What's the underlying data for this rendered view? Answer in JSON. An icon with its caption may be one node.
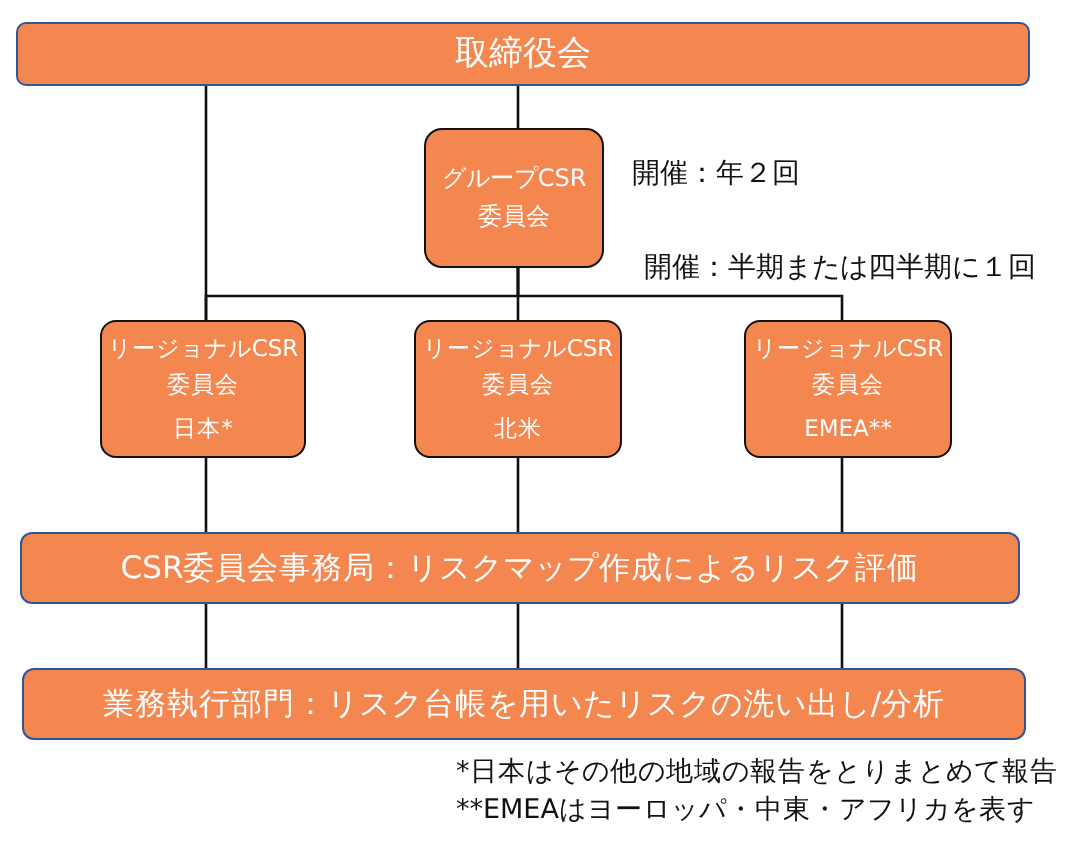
{
  "diagram": {
    "nodes": [
      {
        "text": [
          "取締役会"
        ]
      },
      {
        "text": [
          "グループCSR委員会"
        ],
        "beside": [
          "開催：年２回"
        ]
      },
      {
        "text": [
          "リージョナルCSR委員会",
          "日本*"
        ]
      },
      {
        "text": [
          "リージョナルCSR委員会",
          "北米"
        ]
      },
      {
        "text": [
          "リージョナルCSR委員会",
          "EMEA**"
        ]
      },
      {
        "text": [
          "CSR委員会事務局：リスクマップ作成によるリスク評価"
        ]
      },
      {
        "text": [
          "業務執行部門：リスク台帳を用いたリスクの洗い出し/分析"
        ]
      }
    ],
    "edges": [
      {
        "from": 0,
        "to": 1,
        "arrow": "none"
      },
      {
        "from": 0,
        "to": 2,
        "arrow": "none"
      },
      {
        "from": 1,
        "to": 2,
        "arrow": "none"
      },
      {
        "from": 1,
        "to": 3,
        "arrow": "none"
      },
      {
        "from": 1,
        "to": 4,
        "arrow": "none"
      },
      {
        "from": 2,
        "to": 5,
        "arrow": "none"
      },
      {
        "from": 3,
        "to": 5,
        "arrow": "none"
      },
      {
        "from": 4,
        "to": 5,
        "arrow": "none"
      },
      {
        "from": 5,
        "to": 6,
        "arrow": "none"
      },
      {
        "from": 5,
        "to": 6,
        "arrow": "none"
      },
      {
        "from": 5,
        "to": 6,
        "arrow": "none"
      }
    ],
    "labels": [
      "開催：半期または四半期に１回",
      "*日本はその他の地域の報告をとりまとめて報告",
      "**EMEAはヨーロッパ・中東・アフリカを表す"
    ]
  }
}
